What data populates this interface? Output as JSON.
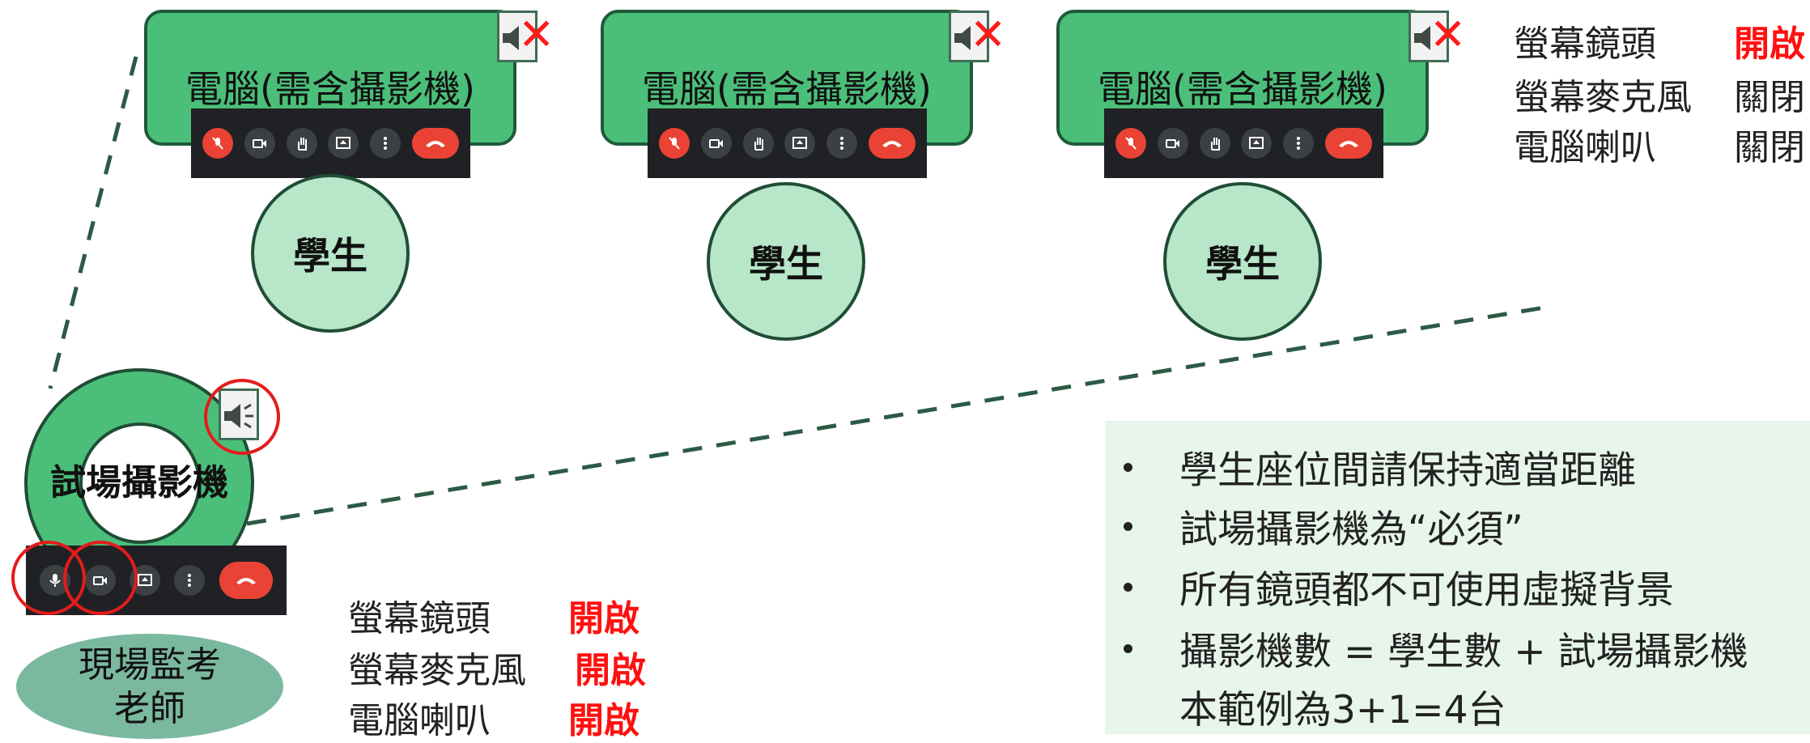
{
  "computers": [
    {
      "label": "電腦(需含攝影機)",
      "student_label": "學生"
    },
    {
      "label": "電腦(需含攝影機)",
      "student_label": "學生"
    },
    {
      "label": "電腦(需含攝影機)",
      "student_label": "學生"
    }
  ],
  "icons": {
    "speaker": "speaker-icon",
    "muted_mark": "red-x-icon",
    "mic": "microphone-icon",
    "camera": "video-camera-icon",
    "hand": "raise-hand-icon",
    "present": "present-screen-icon",
    "more": "more-vert-icon",
    "hangup": "hang-up-icon"
  },
  "student_settings": [
    {
      "label": "螢幕鏡頭",
      "value": "開啟",
      "on": true
    },
    {
      "label": "螢幕麥克風",
      "value": "關閉",
      "on": false
    },
    {
      "label": "電腦喇叭",
      "value": "關閉",
      "on": false
    }
  ],
  "exam_camera": {
    "label": "試場攝影機"
  },
  "proctor": {
    "line1": "現場監考",
    "line2": "老師"
  },
  "proctor_settings": [
    {
      "label": "螢幕鏡頭",
      "value": "開啟",
      "on": true
    },
    {
      "label": "螢幕麥克風",
      "value": "開啟",
      "on": true
    },
    {
      "label": "電腦喇叭",
      "value": "開啟",
      "on": true
    }
  ],
  "notes": [
    "學生座位間請保持適當距離",
    "試場攝影機為“必須”",
    "所有鏡頭都不可使用虛擬背景",
    "攝影機數 = 學生數 + 試場攝影機",
    "本範例為3+1=4台"
  ],
  "colors": {
    "monitor_green": "#4bbf7a",
    "student_green": "#b7e6c8",
    "on_red": "#ff1010",
    "toolbar_dark": "#202124",
    "notes_bg": "#e7f5ea"
  }
}
